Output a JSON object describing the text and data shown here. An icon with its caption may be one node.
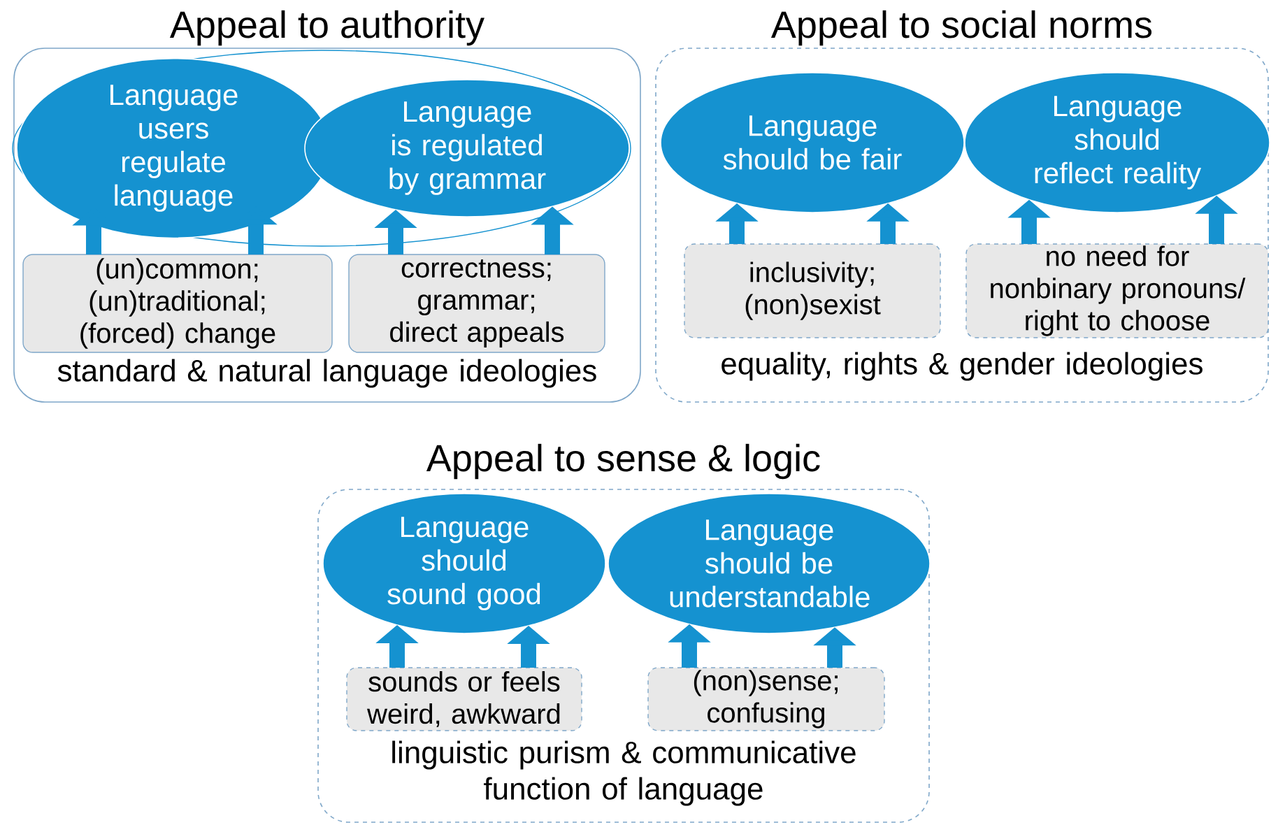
{
  "diagram": {
    "nodes": [
      {
        "text": [
          "Appeal to authority",
          "standard & natural language ideologies"
        ]
      },
      {
        "text": [],
        "shape": "ellipse",
        "in": 0
      },
      {
        "text": [
          "Language users regulate language"
        ],
        "in": 1
      },
      {
        "text": [
          "Language is regulated by grammar"
        ],
        "in": 1
      },
      {
        "text": [
          "(un)common; (un)traditional; (forced) change"
        ],
        "in": 0
      },
      {
        "text": [
          "correctness; grammar; direct appeals"
        ],
        "in": 0
      },
      {
        "text": [
          "Appeal to social norms",
          "equality, rights & gender ideologies"
        ]
      },
      {
        "text": [
          "Language should be fair"
        ],
        "in": 6
      },
      {
        "text": [
          "Language should reflect reality"
        ],
        "in": 6
      },
      {
        "text": [
          "inclusivity; (non)sexist"
        ],
        "in": 6
      },
      {
        "text": [
          "no need for nonbinary pronouns/ right to choose"
        ],
        "in": 6
      },
      {
        "text": [
          "Appeal to sense & logic",
          "linguistic purism & communicative function of language"
        ]
      },
      {
        "text": [
          "Language should sound good"
        ],
        "in": 11
      },
      {
        "text": [
          "Language should be understandable"
        ],
        "in": 11
      },
      {
        "text": [
          "sounds or feels weird, awkward"
        ],
        "in": 11
      },
      {
        "text": [
          "(non)sense; confusing"
        ],
        "in": 11
      }
    ],
    "edges": [
      {
        "from": 4,
        "to": 2,
        "arrow": "to"
      },
      {
        "from": 4,
        "to": 2,
        "arrow": "to"
      },
      {
        "from": 5,
        "to": 3,
        "arrow": "to"
      },
      {
        "from": 5,
        "to": 3,
        "arrow": "to"
      },
      {
        "from": 9,
        "to": 7,
        "arrow": "to"
      },
      {
        "from": 9,
        "to": 7,
        "arrow": "to"
      },
      {
        "from": 10,
        "to": 8,
        "arrow": "to"
      },
      {
        "from": 10,
        "to": 8,
        "arrow": "to"
      },
      {
        "from": 14,
        "to": 12,
        "arrow": "to"
      },
      {
        "from": 14,
        "to": 12,
        "arrow": "to"
      },
      {
        "from": 15,
        "to": 13,
        "arrow": "to"
      },
      {
        "from": 15,
        "to": 13,
        "arrow": "to"
      }
    ]
  }
}
